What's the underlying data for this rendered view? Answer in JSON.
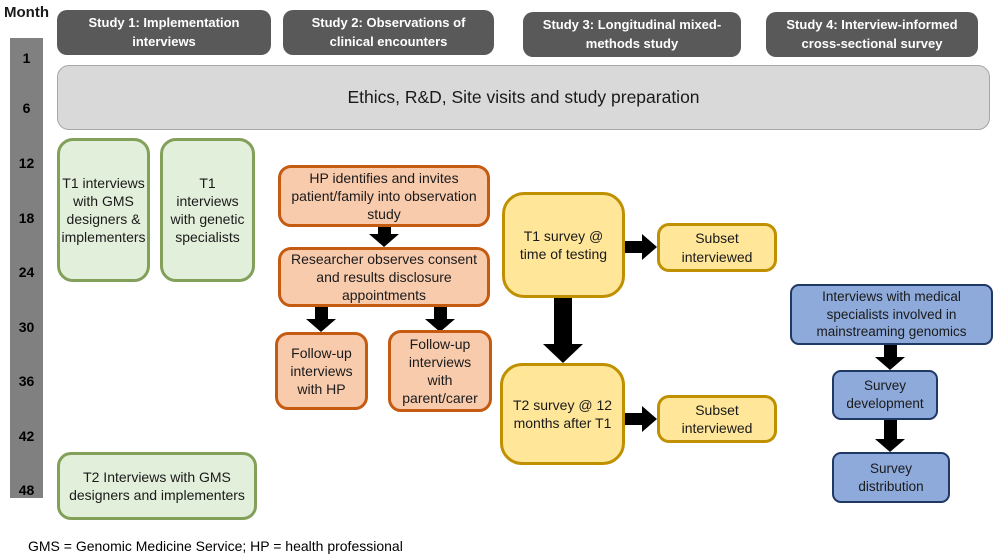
{
  "axis": {
    "label": "Month",
    "ticks": [
      "1",
      "6",
      "12",
      "18",
      "24",
      "30",
      "36",
      "42",
      "48"
    ]
  },
  "headers": [
    {
      "label": "Study 1: Implementation interviews"
    },
    {
      "label": "Study 2: Observations of clinical encounters"
    },
    {
      "label": "Study 3: Longitudinal mixed-methods study"
    },
    {
      "label": "Study 4: Interview-informed cross-sectional survey"
    }
  ],
  "ethics": {
    "label": "Ethics, R&D, Site visits and study preparation"
  },
  "study1": {
    "t1_gms": "T1 interviews with GMS designers & implementers",
    "t1_genetic": "T1 interviews with genetic specialists",
    "t2_gms": "T2 Interviews with GMS designers and implementers"
  },
  "study2": {
    "hp_invites": "HP identifies and invites patient/family into observation study",
    "researcher_observes": "Researcher observes consent and results disclosure appointments",
    "followup_hp": "Follow-up interviews with HP",
    "followup_parent": "Follow-up interviews with parent/carer"
  },
  "study3": {
    "t1_survey": "T1 survey @ time of testing",
    "subset1": "Subset interviewed",
    "t2_survey": "T2 survey @ 12 months after T1",
    "subset2": "Subset interviewed"
  },
  "study4": {
    "interviews": "Interviews with medical specialists involved in mainstreaming genomics",
    "development": "Survey development",
    "distribution": "Survey distribution"
  },
  "footer": "GMS = Genomic Medicine Service; HP = health professional",
  "colors": {
    "header_bg": "#595959",
    "header_text": "#ffffff",
    "ethics_fill": "#d9d9d9",
    "ethics_border": "#a6a6a6",
    "bar_fill": "#808080",
    "green_fill": "#e2efda",
    "green_border": "#82a05a",
    "orange_fill": "#f8cbad",
    "orange_border": "#c55a11",
    "yellow_fill": "#ffe699",
    "yellow_border": "#bf9000",
    "blue_fill": "#8eaadb",
    "blue_border": "#1f3864",
    "arrow": "#000000",
    "text": "#1a1a1a"
  }
}
